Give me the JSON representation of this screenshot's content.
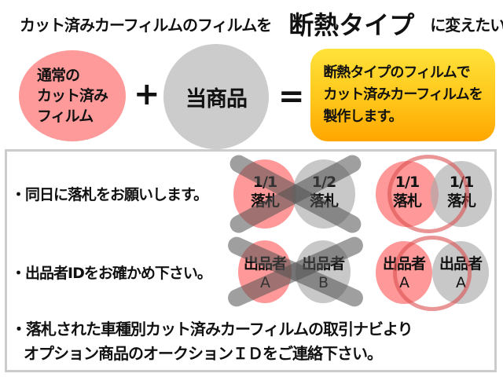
{
  "header": {
    "title_prefix": "カット済みカーフィルムのフィルムを",
    "title_emphasis": "断熱タイプ",
    "title_suffix": "に変えたい"
  },
  "equation": {
    "left_circle": {
      "lines": [
        "通常の",
        "カット済み",
        "フィルム"
      ],
      "color": "#ff9a9a"
    },
    "plus_symbol": "+",
    "middle_circle": {
      "label": "当商品",
      "color": "#cccccc"
    },
    "equals_symbol": "=",
    "result_box": {
      "lines": [
        "断熱タイプのフィルムで",
        "カット済みカーフィルムを",
        "製作します。"
      ],
      "gradient_top": "#ffe23a",
      "gradient_bottom": "#ffa600"
    }
  },
  "rules": [
    {
      "text": "・同日に落札をお願いします。",
      "wrong": {
        "left": [
          "1/1",
          "落札"
        ],
        "right": [
          "1/2",
          "落札"
        ]
      },
      "correct": {
        "left": [
          "1/1",
          "落札"
        ],
        "right": [
          "1/1",
          "落札"
        ]
      }
    },
    {
      "text": "・出品者IDをお確かめ下さい。",
      "wrong": {
        "left": [
          "出品者",
          "A"
        ],
        "right": [
          "出品者",
          "B"
        ]
      },
      "correct": {
        "left": [
          "出品者",
          "A"
        ],
        "right": [
          "出品者",
          "A"
        ]
      }
    }
  ],
  "footer_note": {
    "line1": "・落札された車種別カット済みカーフィルムの取引ナビより",
    "line2": "オプション商品のオークションＩＤをご連絡下さい。"
  },
  "colors": {
    "pink": "#ff9a9a",
    "gray": "#cccccc",
    "cross": "#505050",
    "ring": "#dc5050",
    "panel_border": "#cccccc"
  }
}
